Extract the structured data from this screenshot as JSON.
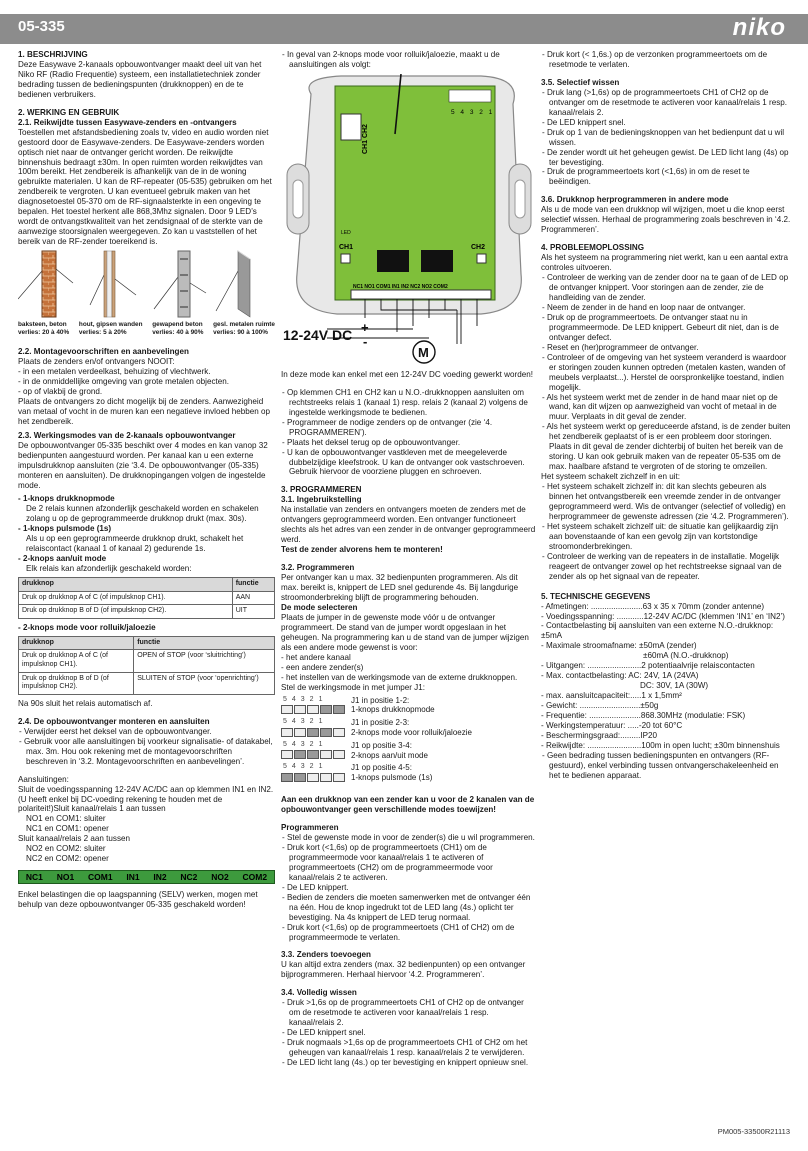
{
  "header": {
    "code": "05-335",
    "logo": "niko"
  },
  "c1": {
    "s1_title": "1. BESCHRIJVING",
    "s1_p": "Deze Easywave 2-kanaals opbouwontvanger maakt deel uit van het Niko RF (Radio Frequentie) systeem, een installatietechniek zonder bedrading tussen de bedieningspunten (drukknoppen) en de te bedienen verbruikers.",
    "s2_title": "2. WERKING EN GEBRUIK",
    "s21_title": "2.1. Reikwijdte tussen Easywave-zenders en -ontvangers",
    "s21_p": "Toestellen met afstandsbediening zoals tv, video en audio worden niet gestoord door de Easywave-zenders. De Easywave-zenders worden optisch niet naar de ontvanger gericht worden. De reikwijdte binnenshuis bedraagt ±30m. In open ruimten worden reikwijdtes van 100m bereikt. Het zendbereik is afhankelijk van de in de woning gebruikte materialen. U kan de RF-repeater (05-535) gebruiken om het zendbereik te vergroten. U kan eventueel gebruik maken van het diagnosetoestel 05-370 om de RF-signaalsterkte in een ongeving te bepalen. Het toestel herkent alle 868,3Mhz signalen. Door 9 LED’s wordt de ontvangstkwaliteit van het zendsignaal of de sterkte van de aanwezige stoorsignalen weergegeven. Zo kan u vaststellen of het bereik van de RF-zender toereikend is.",
    "walls": [
      {
        "l1": "baksteen, beton",
        "l2": "verlies: 20 à 40%"
      },
      {
        "l1": "hout, gipsen wanden",
        "l2": "verlies: 5 à 20%"
      },
      {
        "l1": "gewapend beton",
        "l2": "verlies: 40 à 90%"
      },
      {
        "l1": "gesl. metalen ruimte",
        "l2": "verlies: 90 à 100%"
      }
    ],
    "s22_title": "2.2. Montagevoorschriften en aanbevelingen",
    "s22_lines": [
      "Plaats de zenders en/of ontvangers NOOIT:",
      "- in een metalen verdeelkast, behuizing of vlechtwerk.",
      "- in de onmiddellijke omgeving van grote metalen objecten.",
      "- op of vlakbij de grond."
    ],
    "s22_p": "Plaats de ontvangers zo dicht mogelijk bij de zenders. Aanwezigheid van metaal of vocht in de muren kan een negatieve invloed hebben op het zendbereik.",
    "s23_title": "2.3. Werkingsmodes van de 2-kanaals opbouwontvanger",
    "s23_p": "De opbouwontvanger 05-335 beschikt over 4 modes en kan vanop 32 bedienpunten aangestuurd worden. Per kanaal kan u een externe impulsdrukknop aansluiten (zie ‘3.4. De opbouwontvanger (05-335) monteren en aansluiten). De drukknopingangen volgen de ingestelde mode.",
    "m1_title": "- 1-knops drukknopmode",
    "m1_p": "De 2 relais kunnen afzonderlijk geschakeld worden en schakelen zolang u op de geprogrammeerde drukknop drukt (max. 30s).",
    "m2_title": "- 1-knops pulsmode (1s)",
    "m2_p": "Als u op een geprogrammeerde drukknop drukt, schakelt het relaiscontact (kanaal 1 of kanaal 2) gedurende 1s.",
    "m3_title": "- 2-knops aan/uit mode",
    "m3_p": "Elk relais kan afzonderlijk geschakeld worden:",
    "t1": {
      "h1": "drukknop",
      "h2": "functie",
      "rows": [
        [
          "Druk op drukknop A of C (of impulsknop CH1).",
          "AAN"
        ],
        [
          "Druk op drukknop B of D (of impulsknop CH2).",
          "UIT"
        ]
      ]
    },
    "m4_title": "- 2-knops mode voor rolluik/jaloezie",
    "t2": {
      "h1": "drukknop",
      "h2": "functie",
      "rows": [
        [
          "Druk op drukknop A of C (of impulsknop CH1).",
          "OPEN of STOP (voor ‘sluitrichting’)"
        ],
        [
          "Druk op drukknop B of D (of impulsknop CH2).",
          "SLUITEN of STOP (voor ‘openrichting’)"
        ]
      ]
    },
    "m4_note": "Na 90s sluit het relais automatisch af.",
    "s24_title": "2.4. De opbouwontvanger monteren en aansluiten",
    "s24_lines": [
      "- Verwijder eerst het deksel van de opbouwontvanger.",
      "- Gebruik voor alle aansluitingen bij voorkeur signalisatie- of datakabel, max. 3m. Hou ook rekening met de montagevoorschriften beschreven in ‘3.2. Montagevoorschriften en aanbevelingen’."
    ],
    "aans_title": "Aansluitingen:",
    "aans_lines": [
      "Sluit de voedingsspanning 12-24V AC/DC aan op klemmen IN1 en IN2.",
      "(U heeft enkel bij DC-voeding rekening te houden met de polariteit!)Sluit kanaal/relais 1 aan tussen",
      "NO1 en COM1: sluiter",
      "NC1 en COM1: opener",
      "Sluit kanaal/relais 2 aan tussen",
      "NO2 en COM2: sluiter",
      "NC2 en COM2: opener"
    ],
    "terminals": [
      "NC1",
      "NO1",
      "COM1",
      "IN1",
      "IN2",
      "NC2",
      "NO2",
      "COM2"
    ],
    "selv_p": "Enkel belastingen die op laagspanning (SELV) werken, mogen met behulp van deze opbouwontvanger 05-335 geschakeld worden!"
  },
  "c2": {
    "intro": "- In geval van 2-knops mode voor rolluik/jaloezie, maakt u de aansluitingen als volgt:",
    "dev": {
      "ch12": "CH1 CH2",
      "pins": "5 4 3 2 1",
      "led": "LED",
      "ch1": "CH1",
      "ch2": "CH2",
      "term": "NC1 NO1 COM1 IN1 IN2 NC2 NO2 COM2",
      "volt": "12-24V DC",
      "plus": "+",
      "minus": "-",
      "motor": "M"
    },
    "dc_note": "In deze mode kan enkel met een 12-24V DC voeding gewerkt worden!",
    "lines1": [
      "- Op klemmen CH1 en CH2 kan u N.O.-drukknoppen aansluiten om rechtstreeks relais 1 (kanaal 1) resp. relais 2 (kanaal 2) volgens de ingestelde werkingsmode te bedienen.",
      "- Programmeer de nodige zenders op de ontvanger (zie ‘4. PROGRAMMEREN’).",
      "- Plaats het deksel terug op de opbouwontvanger.",
      "- U kan de opbouwontvanger vastkleven met de meegeleverde dubbelzijdige kleefstrook. U kan de ontvanger ook vastschroeven. Gebruik hiervoor de voorziene pluggen en schroeven."
    ],
    "s3_title": "3. PROGRAMMEREN",
    "s31_title": "3.1. Ingebruikstelling",
    "s31_p": "Na installatie van zenders en ontvangers moeten de zenders met de ontvangers geprogrammeerd worden. Een ontvanger functioneert slechts als het adres van een zender in de ontvanger geprogrammeerd werd.",
    "s31_bold": "Test de zender alvorens hem te monteren!",
    "s32_title": "3.2. Programmeren",
    "s32_p": "Per ontvanger kan u max. 32 bedienpunten programmeren. Als dit max. bereikt is, knippert de LED snel gedurende 4s. Bij langdurige stroomonderbreking blijft de programmering behouden.",
    "mode_title": "De mode selecteren",
    "mode_p": "Plaats de jumper in de gewenste mode vóór u de ontvanger programmeert. De stand van de jumper wordt opgeslaan in het geheugen. Na programmering kan u de stand van de jumper wijzigen als een andere mode gewenst is voor:",
    "mode_lines": [
      "- het andere kanaal",
      "- een andere zender(s)",
      "- het instellen van de werkingsmode van de externe drukknoppen.",
      "Stel de werkingsmode in met jumper J1:"
    ],
    "jumps": [
      {
        "nums": "54321",
        "l1": "J1 in positie 1-2:",
        "l2": "1-knops drukknopmode"
      },
      {
        "nums": "54321",
        "l1": "J1 in positie 2-3:",
        "l2": "2-knops mode voor rolluik/jaloezie"
      },
      {
        "nums": "54321",
        "l1": "J1 op positie 3-4:",
        "l2": "2-knops aan/uit mode"
      },
      {
        "nums": "54321",
        "l1": "J1 op positie 4-5:",
        "l2": "1-knops pulsmode (1s)"
      }
    ],
    "warn": "Aan een drukknop van een zender kan u voor de 2 kanalen van de opbouwontvanger geen verschillende modes toewijzen!",
    "prog_title": "Programmeren",
    "prog_lines": [
      "- Stel de gewenste mode in voor de zender(s) die u wil programmeren.",
      "- Druk kort (<1,6s) op de programmeertoets (CH1) om de programmeermode voor kanaal/relais 1 te activeren of programmeertoets (CH2) om de programmeermode voor kanaal/relais 2 te activeren.",
      "- De LED knippert.",
      "- Bedien de zenders die moeten samenwerken met de ontvanger één na één. Hou de knop ingedrukt tot de LED lang (4s.) oplicht ter bevestiging. Na 4s knippert de LED terug normaal.",
      "- Druk kort (<1,6s) op de programmeertoets (CH1 of CH2) om de programmeermode te verlaten."
    ],
    "s33_title": "3.3. Zenders toevoegen",
    "s33_p": "U kan altijd extra zenders (max. 32 bedienpunten) op een ontvanger bijprogrammeren. Herhaal hiervoor ‘4.2. Programmeren’.",
    "s34_title": "3.4. Volledig wissen",
    "s34_lines": [
      "- Druk >1,6s op de programmeertoets CH1 of CH2 op de ontvanger om de resetmode te activeren voor kanaal/relais 1 resp. kanaal/relais 2.",
      "- De LED knippert snel.",
      "- Druk nogmaals >1,6s op de programmeertoets CH1 of CH2 om het geheugen van kanaal/relais 1 resp. kanaal/relais 2 te verwijderen.",
      "- De LED licht lang (4s.) op ter bevestiging en knippert opnieuw snel."
    ]
  },
  "c3": {
    "top_lines": [
      "- Druk kort (< 1,6s.) op de verzonken programmeertoets om de resetmode te verlaten."
    ],
    "s35_title": "3.5. Selectief wissen",
    "s35_lines": [
      "- Druk lang (>1,6s) op de programmeertoets CH1 of CH2 op de ontvanger om de resetmode te activeren voor kanaal/relais 1 resp. kanaal/relais 2.",
      "- De LED knippert snel.",
      "- Druk op 1 van de bedieningsknoppen van het bedienpunt dat u wil wissen.",
      "- De zender wordt uit het geheugen gewist. De LED licht lang (4s) op ter bevestiging.",
      "- Druk de programmeertoets kort (<1,6s) in om de reset te beëindigen."
    ],
    "s36_title": "3.6. Drukknop herprogrammeren in andere mode",
    "s36_p": "Als u de mode van een drukknop wil wijzigen, moet u die knop eerst selectief wissen. Herhaal de programmering zoals beschreven in ‘4.2. Programmeren’.",
    "s4_title": "4. PROBLEEMOPLOSSING",
    "s4_p": "Als het systeem na programmering niet werkt, kan u een aantal extra controles uitvoeren.",
    "s4_lines": [
      "- Controleer de werking van de zender door na te gaan of de LED op de ontvanger knippert. Voor storingen aan de zender, zie de handleiding van de zender.",
      "- Neem de zender in de hand en loop naar de ontvanger.",
      "- Druk op de programmeertoets. De ontvanger staat nu in programmeermode. De LED knippert. Gebeurt dit niet, dan is de ontvanger defect.",
      "- Reset en (her)programmeer de ontvanger.",
      "- Controleer of de omgeving van het systeem veranderd is waardoor er storingen zouden kunnen optreden (metalen kasten, wanden of meubels verplaatst...). Herstel de oorspronkelijke toestand, indien mogelijk.",
      "- Als het systeem werkt met de zender in de hand maar niet op de wand, kan dit wijzen op aanwezigheid van vocht of metaal in de muur. Verplaats in dit geval de zender.",
      "- Als het systeem werkt op gereduceerde afstand, is de zender buiten het zendbereik geplaatst of is er een probleem door storingen. Plaats in dit geval de zender dichterbij of buiten het bereik van de storing. U kan ook gebruik maken van de repeater 05-535 om de max. haalbare afstand te vergroten of de storing te omzeilen.",
      "Het systeem schakelt zichzelf in en uit:",
      "- Het systeem schakelt zichzelf in: dit kan slechts gebeuren als binnen het ontvangstbereik een vreemde zender in de ontvanger geprogrammeerd werd. Wis de ontvanger (selectief of volledig) en herprogrammeer de gewenste adressen (zie ‘4.2. Programmeren’).",
      "- Het systeem schakelt zichzelf uit: de situatie kan gelijkaardig zijn aan bovenstaande of kan een gevolg zijn van kortstondige stroomonderbrekingen.",
      "- Controleer de werking van de repeaters in de installatie. Mogelijk reageert de ontvanger zowel op het rechtstreekse signaal van de zender als op het signaal van de repeater."
    ],
    "s5_title": "5. TECHNISCHE GEGEVENS",
    "s5_lines": [
      "- Afmetingen: .......................63 x 35 x 70mm (zonder antenne)",
      "- Voedingsspanning: ............12-24V AC/DC (klemmen ‘IN1’ en ‘IN2’)",
      "- Contactbelasting bij aansluiten van een externe N.O.-drukknop: ±5mA",
      "- Maximale stroomafname: ±50mA (zender)",
      "±60mA (N.O.-drukknop)",
      "- Uitgangen: ........................2 potentiaalvrije relaiscontacten",
      "- Max. contactbelasting: AC: 24V, 1A (24VA)",
      "DC: 30V, 1A (30W)",
      "- max. aansluitcapaciteit:.....1 x 1,5mm²",
      "- Gewicht: ...........................±50g",
      "- Frequentie: .......................868.30MHz (modulatie: FSK)",
      "- Werkingstemperatuur: .....-20 tot 60°C",
      "- Beschermingsgraad:.........IP20",
      "- Reikwijdte: ........................100m in open lucht; ±30m binnenshuis",
      "- Geen bedrading tussen bedieningspunten en ontvangers (RF-gestuurd), enkel verbinding tussen ontvangerschakeleenheid en het te bedienen apparaat."
    ]
  },
  "footer": "PM005-33500R21113"
}
